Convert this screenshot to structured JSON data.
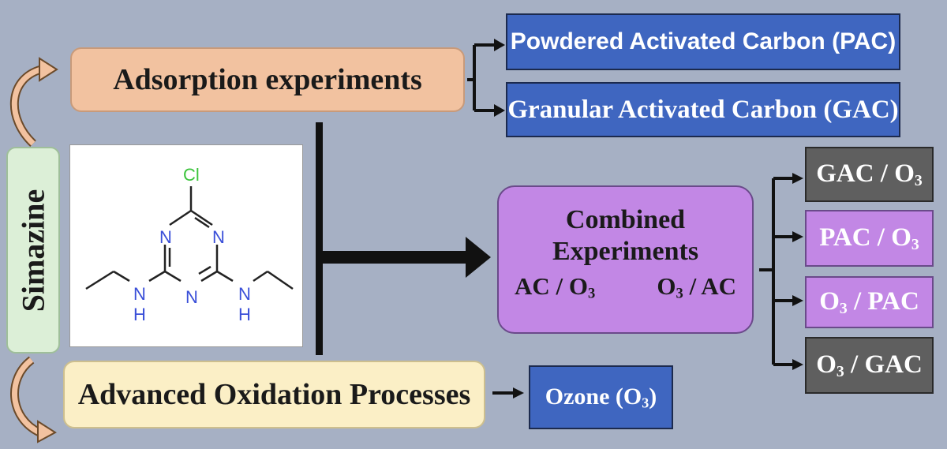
{
  "simazine": {
    "label": "Simazine"
  },
  "adsorption": {
    "label": "Adsorption experiments"
  },
  "aop": {
    "label": "Advanced Oxidation Processes"
  },
  "pac_box": {
    "label": "Powdered Activated Carbon (PAC)"
  },
  "gac_box": {
    "label": "Granular Activated Carbon (GAC)"
  },
  "combined": {
    "title_line1": "Combined",
    "title_line2": "Experiments",
    "left_prefix": "AC / O",
    "right_suffix": " / AC",
    "o_letter": "O",
    "sub3": "3"
  },
  "results": {
    "gac_o3_prefix": "GAC / O",
    "pac_o3_prefix": "PAC / O",
    "o3_pac_suffix": " / PAC",
    "o3_gac_suffix": " / GAC"
  },
  "ozone": {
    "prefix": "Ozone (O",
    "suffix": ")"
  },
  "molecule": {
    "cl": "Cl",
    "n": "N",
    "h": "H"
  },
  "colors": {
    "background": "#a6b0c4",
    "blue_box": "#3f66c0",
    "grey_box": "#5f5f5f",
    "purple": "#c287e5",
    "peach": "#f2c2a0",
    "cream": "#fbefc6",
    "green": "#dcefd7",
    "chlorine": "#3cc43c",
    "nitrogen": "#3a4fd8"
  }
}
